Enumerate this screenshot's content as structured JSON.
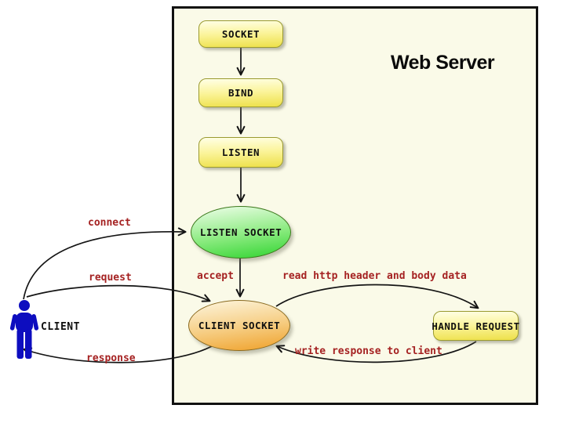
{
  "title": "Web Server",
  "client": {
    "label": "CLIENT"
  },
  "nodes": {
    "socket": "SOCKET",
    "bind": "BIND",
    "listen": "LISTEN",
    "listen_socket": "LISTEN SOCKET",
    "client_socket": "CLIENT SOCKET",
    "handle_request": "HANDLE REQUEST"
  },
  "edges": {
    "connect": "connect",
    "request": "request",
    "response": "response",
    "accept": "accept",
    "read": "read http header and body data",
    "write": "write response to client"
  },
  "colors": {
    "label-red": "#A52222",
    "node-border": "#9A9A30",
    "yellow-top": "#FFFFE6",
    "yellow-bottom": "#EDE049",
    "green-top": "#EFFEEA",
    "green-bottom": "#30D430",
    "green-border": "#3E7A1E",
    "orange-top": "#FDF6DF",
    "orange-bottom": "#EFA028",
    "orange-border": "#8A6A20",
    "server-bg": "#FAFAE8",
    "server-border": "#111111",
    "client-blue": "#0D0DBF",
    "arrow": "#141414"
  }
}
